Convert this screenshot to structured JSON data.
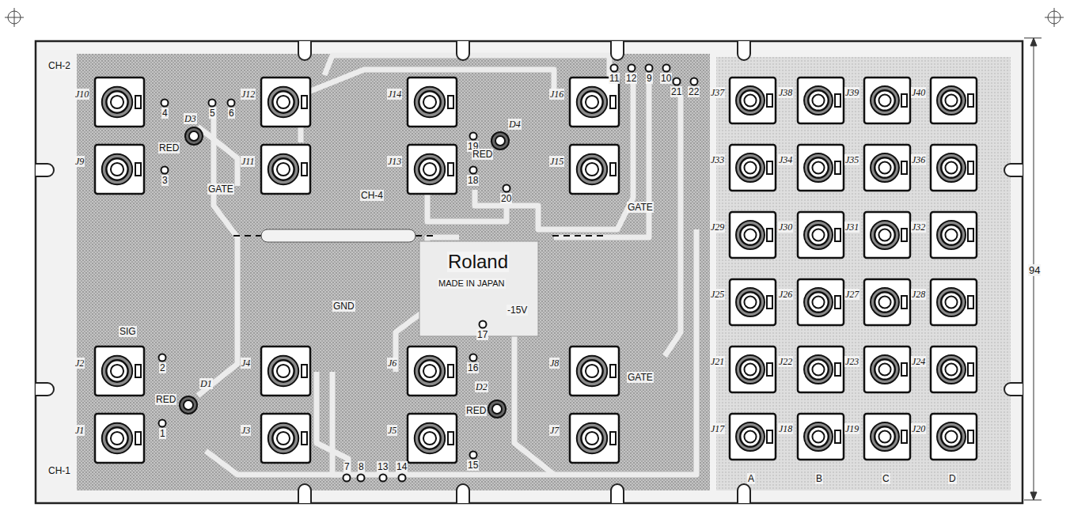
{
  "diagram": {
    "labels": [
      "CH-2",
      "CH-1",
      "J10",
      "J9",
      "J12",
      "J11",
      "J14",
      "J13",
      "J16",
      "J15",
      "J2",
      "J1",
      "J4",
      "J3",
      "J6",
      "J5",
      "J8",
      "J7",
      "J37",
      "J38",
      "J39",
      "J40",
      "J33",
      "J34",
      "J35",
      "J36",
      "J29",
      "J30",
      "J31",
      "J32",
      "J25",
      "J26",
      "J27",
      "J28",
      "J21",
      "J22",
      "J23",
      "J24",
      "J17",
      "J18",
      "J19",
      "J20",
      "1",
      "2",
      "3",
      "4",
      "5",
      "6",
      "7",
      "8",
      "9",
      "10",
      "11",
      "12",
      "13",
      "14",
      "15",
      "16",
      "17",
      "18",
      "19",
      "20",
      "21",
      "22",
      "D1",
      "D2",
      "D3",
      "D4",
      "RED",
      "RED",
      "RED",
      "RED",
      "GND",
      "Roland",
      "MADE IN JAPAN",
      "-15V",
      "GATE",
      "GATE",
      "GATE",
      "SIG",
      "CH-4",
      "A",
      "B",
      "C",
      "D",
      "94"
    ]
  }
}
